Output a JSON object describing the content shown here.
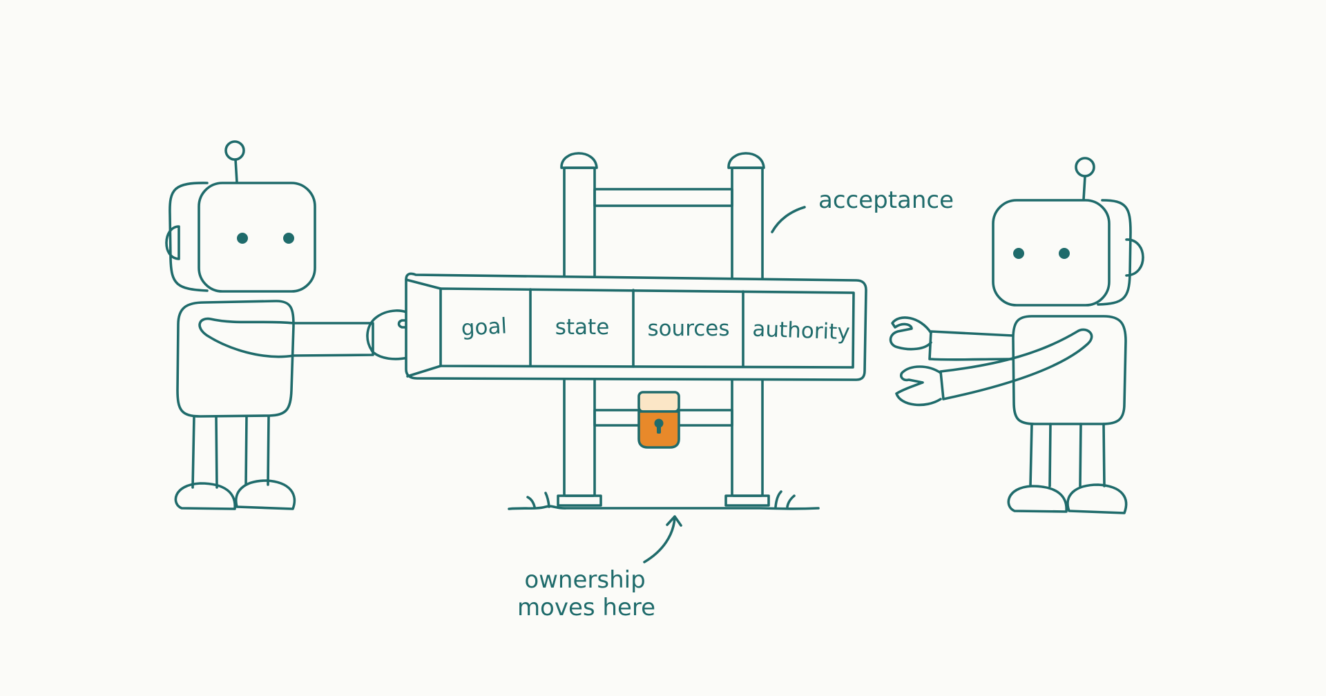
{
  "diagram": {
    "segments": [
      {
        "label": "goal"
      },
      {
        "label": "state"
      },
      {
        "label": "sources"
      },
      {
        "label": "authority"
      }
    ],
    "acceptance_label": "acceptance",
    "ownership_label": {
      "line1": "ownership",
      "line2": "moves here"
    }
  },
  "colors": {
    "ink": "#1f6b6b",
    "background": "#fbfbf8",
    "lock": "#e8892a",
    "lock_top": "#fbe6c6"
  },
  "icons": {
    "lock": "padlock-icon",
    "left_agent": "robot-icon",
    "right_agent": "robot-icon"
  }
}
